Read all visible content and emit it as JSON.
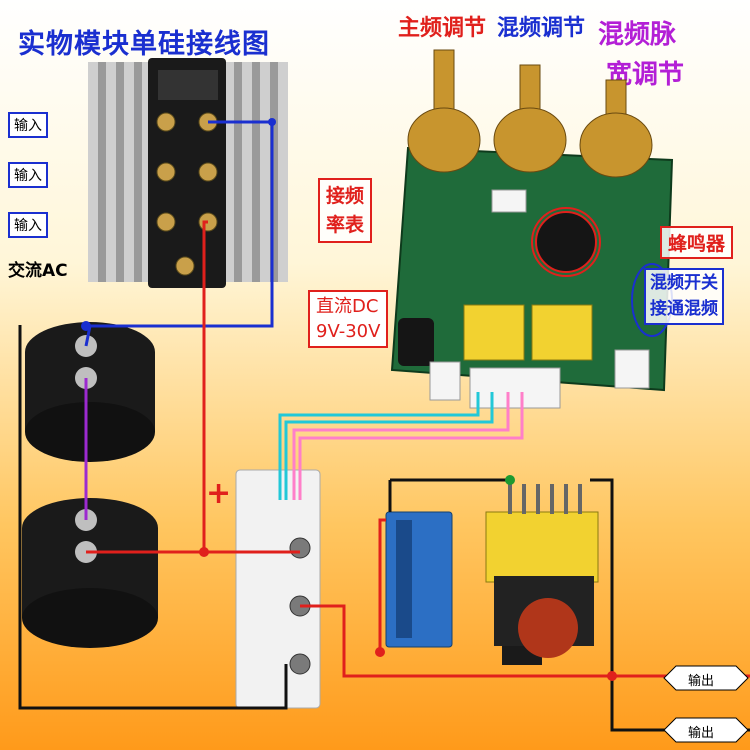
{
  "title": "实物模块单硅接线图",
  "knob_labels": {
    "main_freq": "主频调节",
    "mix_freq": "混频调节",
    "mix_pulse": "混频脉",
    "mix_pulse_2": "宽调节"
  },
  "inputs": [
    "输入",
    "输入",
    "输入"
  ],
  "ac_label": "交流AC",
  "freq_meter_label": [
    "接频",
    "率表"
  ],
  "buzzer_label": "蜂鸣器",
  "dc_label": [
    "直流DC",
    "9V-30V"
  ],
  "mix_switch_label": [
    "混频开关",
    "接通混频"
  ],
  "plus_sign": "+",
  "outputs": [
    "输出",
    "输出"
  ],
  "colors": {
    "title_blue": "#1a2fd0",
    "label_red": "#e0201c",
    "label_purple": "#b31fd6",
    "wire_blue": "#1a2fd0",
    "wire_red": "#e0201c",
    "wire_purple": "#9c2ad0",
    "wire_cyan": "#22c8d8",
    "wire_pink": "#ff7fc9",
    "wire_green": "#1c9a30",
    "wire_black": "#111111"
  }
}
